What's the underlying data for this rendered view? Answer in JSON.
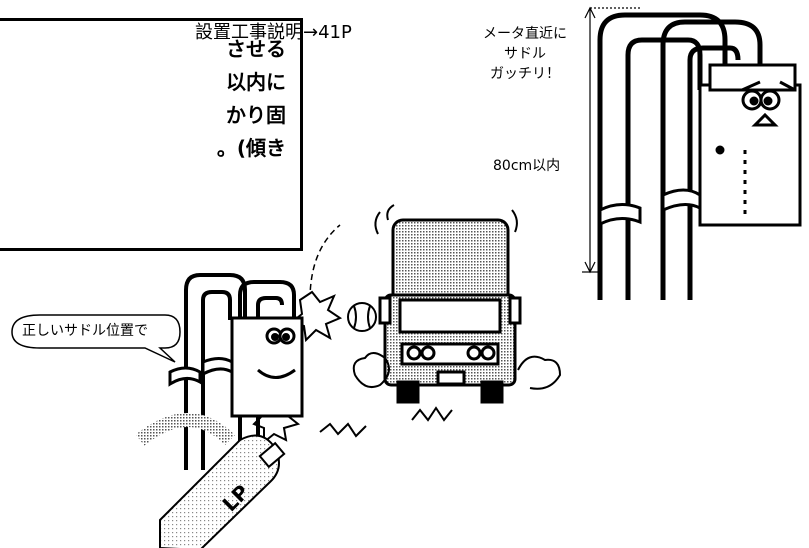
{
  "box": {
    "lines": [
      "させる",
      "以内に",
      "かり固",
      "。(傾き"
    ]
  },
  "reference_text": "設置工事説明→41P",
  "annotation": {
    "lines": [
      "メータ直近に",
      "サドル",
      "ガッチリ！"
    ]
  },
  "distance_label": "80cm以内",
  "speech_bubble": "正しいサドル位置で",
  "lp_label": "LP"
}
